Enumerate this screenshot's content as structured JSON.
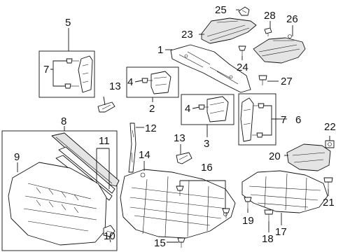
{
  "diagram": {
    "callouts": [
      {
        "id": "c1",
        "text": "1"
      },
      {
        "id": "c2",
        "text": "2"
      },
      {
        "id": "c3",
        "text": "3"
      },
      {
        "id": "c4a",
        "text": "4"
      },
      {
        "id": "c4b",
        "text": "4"
      },
      {
        "id": "c5",
        "text": "5"
      },
      {
        "id": "c6",
        "text": "6"
      },
      {
        "id": "c7a",
        "text": "7"
      },
      {
        "id": "c7b",
        "text": "7"
      },
      {
        "id": "c8",
        "text": "8"
      },
      {
        "id": "c9",
        "text": "9"
      },
      {
        "id": "c10",
        "text": "10"
      },
      {
        "id": "c11",
        "text": "11"
      },
      {
        "id": "c12",
        "text": "12"
      },
      {
        "id": "c13a",
        "text": "13"
      },
      {
        "id": "c13b",
        "text": "13"
      },
      {
        "id": "c14",
        "text": "14"
      },
      {
        "id": "c15",
        "text": "15"
      },
      {
        "id": "c16",
        "text": "16"
      },
      {
        "id": "c17",
        "text": "17"
      },
      {
        "id": "c18",
        "text": "18"
      },
      {
        "id": "c19",
        "text": "19"
      },
      {
        "id": "c20",
        "text": "20"
      },
      {
        "id": "c21",
        "text": "21"
      },
      {
        "id": "c22",
        "text": "22"
      },
      {
        "id": "c23",
        "text": "23"
      },
      {
        "id": "c24",
        "text": "24"
      },
      {
        "id": "c25",
        "text": "25"
      },
      {
        "id": "c26",
        "text": "26"
      },
      {
        "id": "c27",
        "text": "27"
      },
      {
        "id": "c28",
        "text": "28"
      }
    ]
  }
}
